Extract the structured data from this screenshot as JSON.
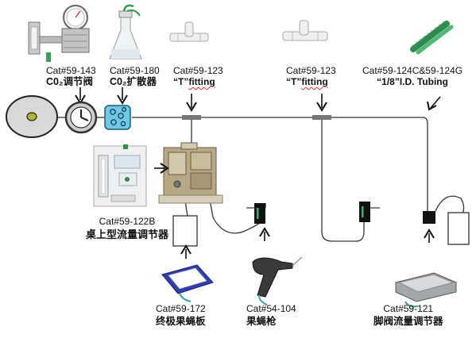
{
  "labels": {
    "co2_regulator": {
      "cat": "Cat#59-143",
      "name": "C0₂调节阀"
    },
    "co2_diffuser": {
      "cat": "Cat#59-180",
      "name": "C0₂扩散器"
    },
    "t_fitting_1": {
      "cat": "Cat#59-123",
      "name_prefix": "“T”",
      "name_word": "fitting"
    },
    "t_fitting_2": {
      "cat": "Cat#59-123",
      "name_prefix": "“T”",
      "name_word": "fitting"
    },
    "tubing": {
      "cat": "Cat#59-124C&59-124G",
      "name": "“1/8”I.D. Tubing"
    },
    "bench_regulator": {
      "cat": "Cat#59-122B",
      "name": "桌上型流量调节器"
    },
    "flypad": {
      "cat": "Cat#59-172",
      "name": "终极果蝇板"
    },
    "blowgun": {
      "cat": "Cat#54-104",
      "name": "果蝇枪"
    },
    "foot_regulator": {
      "cat": "Cat#59-121",
      "name": "脚阀流量调节器"
    }
  },
  "icons": {
    "tank": "gas-tank-icon",
    "gauge": "pressure-gauge-icon",
    "diffuser": "diffuser-icon"
  },
  "colors": {
    "line": "#333333",
    "tank_fill": "#d9d9d9",
    "tank_center": "#b5b530",
    "diffuser_fill": "#6ec8e6",
    "tubing_green": "#3a9a5a",
    "accent_green": "#3cb36a"
  }
}
